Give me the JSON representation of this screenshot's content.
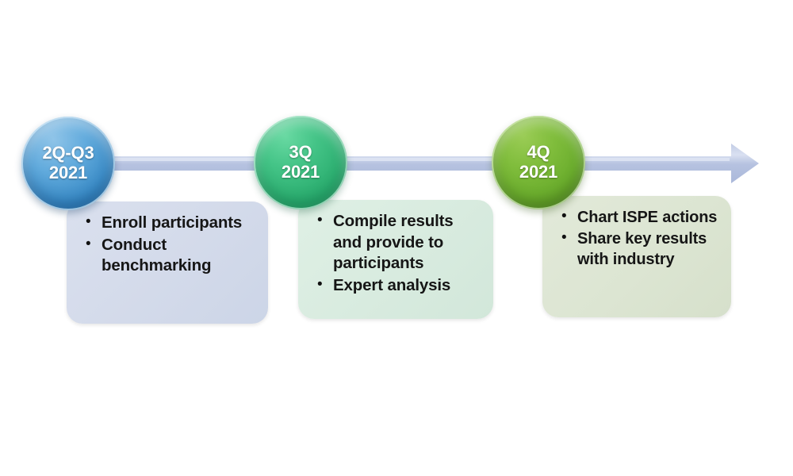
{
  "diagram": {
    "type": "timeline",
    "title": "",
    "orientation": "horizontal-left-to-right",
    "arrow": {
      "name": "timeline-arrow",
      "color": "#b9c4e2",
      "highlight_color": "#d6ddf0",
      "direction": "right"
    },
    "stages": [
      {
        "id": "stage-1",
        "milestone_line1": "2Q-Q3",
        "milestone_line2": "2021",
        "circle_color": "#3f8fc9",
        "card_color": "#d3daea",
        "bullet_glyph": "•",
        "bullets": [
          "Enroll participants",
          "Conduct benchmarking"
        ]
      },
      {
        "id": "stage-2",
        "milestone_line1": "3Q",
        "milestone_line2": "2021",
        "circle_color": "#2fb173",
        "card_color": "#d8ebdf",
        "bullet_glyph": "•",
        "bullets": [
          "Compile results and provide to participants",
          "Expert analysis"
        ]
      },
      {
        "id": "stage-3",
        "milestone_line1": "4Q",
        "milestone_line2": "2021",
        "circle_color": "#6cae2e",
        "card_color": "#dce5d2",
        "bullet_glyph": "•",
        "bullets": [
          "Chart ISPE actions",
          "Share key results with industry"
        ]
      }
    ]
  }
}
